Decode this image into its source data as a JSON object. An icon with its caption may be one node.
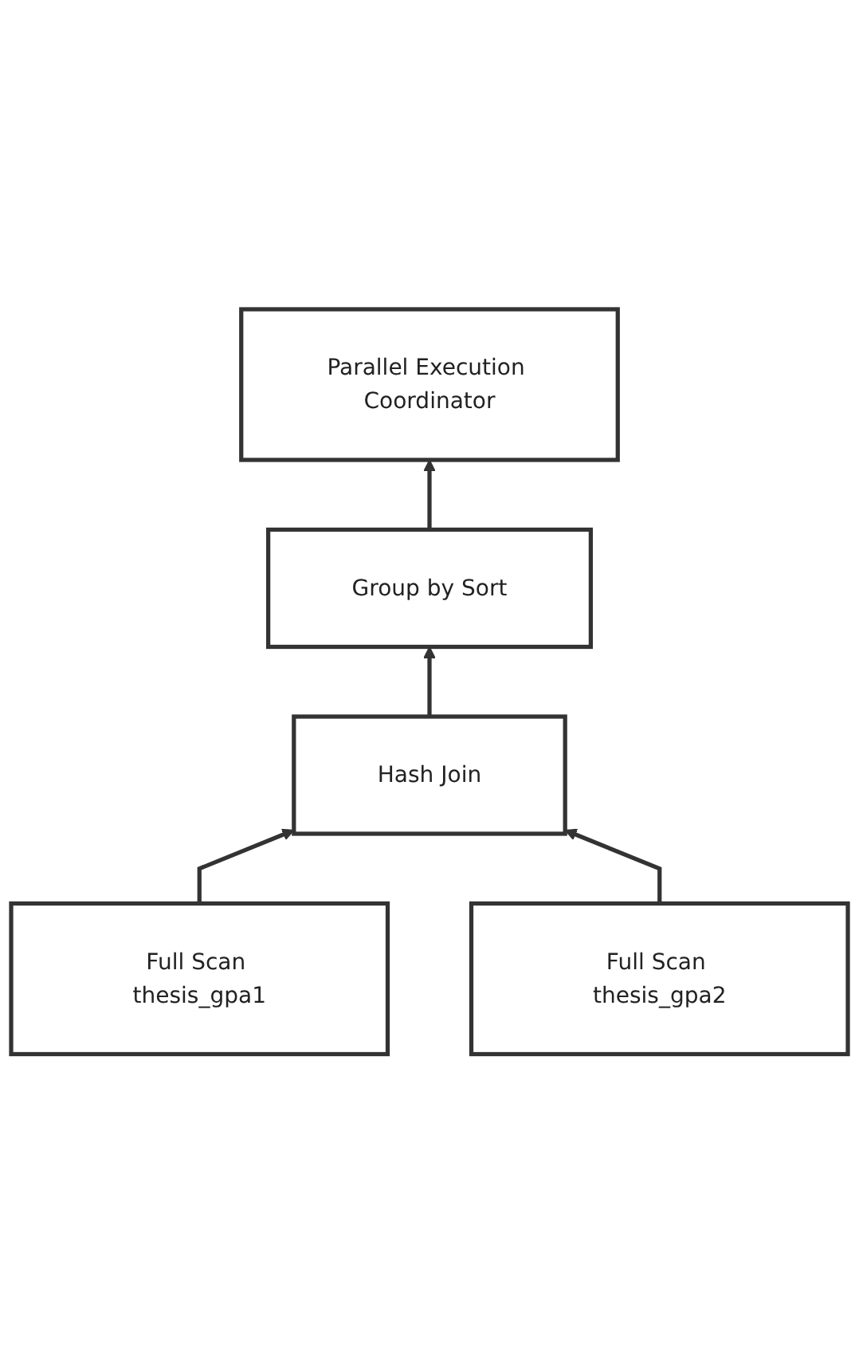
{
  "diagram": {
    "nodes": [
      {
        "text": [
          "Parallel Execution Coordinator"
        ]
      },
      {
        "text": [
          "Group by Sort"
        ]
      },
      {
        "text": [
          "Hash Join"
        ]
      },
      {
        "text": [
          "Full Scan thesis_gpa1"
        ]
      },
      {
        "text": [
          "Full Scan thesis_gpa2"
        ]
      }
    ],
    "edges": [
      {
        "from": 1,
        "to": 0,
        "arrow": "to"
      },
      {
        "from": 2,
        "to": 1,
        "arrow": "to"
      },
      {
        "from": 3,
        "to": 2,
        "arrow": "to"
      },
      {
        "from": 4,
        "to": 2,
        "arrow": "to"
      }
    ]
  }
}
